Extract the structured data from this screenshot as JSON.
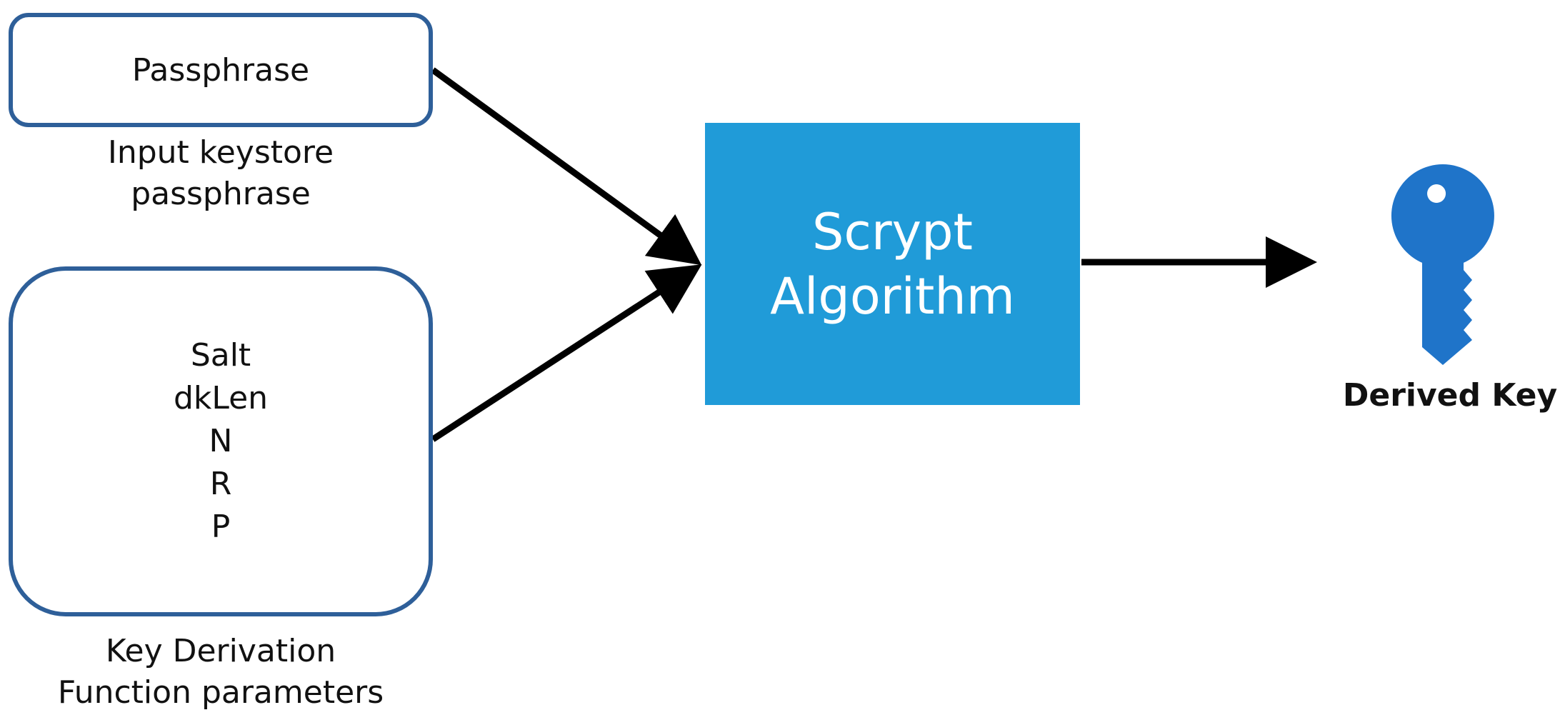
{
  "inputs": {
    "passphrase": {
      "box_label": "Passphrase",
      "caption_line1": "Input keystore",
      "caption_line2": "passphrase"
    },
    "kdf_params": {
      "items": [
        "Salt",
        "dkLen",
        "N",
        "R",
        "P"
      ],
      "caption_line1": "Key Derivation",
      "caption_line2": "Function  parameters"
    }
  },
  "algorithm": {
    "line1": "Scrypt",
    "line2": "Algorithm",
    "color": "#209bd8"
  },
  "output": {
    "label": "Derived Key",
    "icon": "key-icon",
    "icon_color": "#1f74c9"
  },
  "colors": {
    "box_border": "#2e5f99",
    "arrow": "#000000"
  }
}
